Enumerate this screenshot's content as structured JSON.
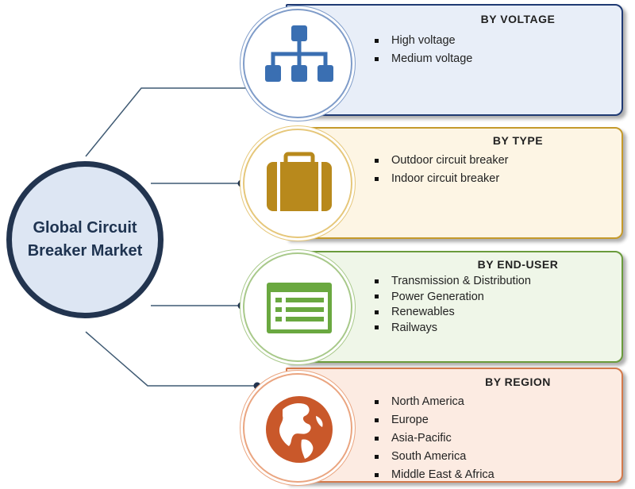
{
  "hub": {
    "title": "Global Circuit\nBreaker Market"
  },
  "segments": [
    {
      "title": "BY VOLTAGE",
      "items": [
        "High voltage",
        "Medium voltage"
      ],
      "icon": "hierarchy-icon",
      "colors": {
        "fill": "#e8eef8",
        "edge": "#1f3a73",
        "ring": "#7f9cc9",
        "icon": "#3a6fb2"
      }
    },
    {
      "title": "BY TYPE",
      "items": [
        "Outdoor circuit breaker",
        "Indoor circuit breaker"
      ],
      "icon": "briefcase-icon",
      "colors": {
        "fill": "#fdf5e4",
        "edge": "#c59a2b",
        "ring": "#e6c77a",
        "icon": "#b8891c"
      }
    },
    {
      "title": "BY END-USER",
      "items": [
        "Transmission & Distribution",
        "Power Generation",
        "Renewables",
        "Railways"
      ],
      "icon": "list-icon",
      "colors": {
        "fill": "#eff6e8",
        "edge": "#6a9b3c",
        "ring": "#a8c98a",
        "icon": "#6aa840"
      }
    },
    {
      "title": "BY REGION",
      "items": [
        "North America",
        "Europe",
        "Asia-Pacific",
        "South America",
        "Middle East & Africa"
      ],
      "icon": "globe-icon",
      "colors": {
        "fill": "#fcebe2",
        "edge": "#d37a4c",
        "ring": "#eaa580",
        "icon": "#c9582a"
      }
    }
  ],
  "connector_color": "#3f5a73"
}
